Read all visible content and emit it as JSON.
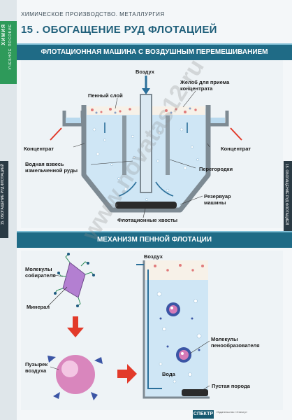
{
  "header": {
    "subject_label": "ХИМИЧЕСКОЕ ПРОИЗВОДСТВО. МЕТАЛЛУРГИЯ",
    "title": "15 . ОБОГАЩЕНИЕ РУД ФЛОТАЦИЕЙ"
  },
  "side": {
    "subject": "ХИМИЯ",
    "subtitle": "УЧЕБНОЕ ПОСОБИЕ",
    "tab_left": "15. ОБОГАЩЕНИЕ РУД ФЛОТАЦИЕЙ",
    "tab_right": "15. ОБОГАЩЕНИЕ РУД ФЛОТАЦИЕЙ"
  },
  "section1": {
    "heading": "ФЛОТАЦИОННАЯ МАШИНА С ВОЗДУШНЫМ ПЕРЕМЕШИВАНИЕМ",
    "labels": {
      "air": "Воздух",
      "foam": "Пенный слой",
      "trough": "Желоб для приема концентрата",
      "concentrate_left": "Концентрат",
      "concentrate_right": "Концентрат",
      "suspension": "Водная взвесь измельченной руды",
      "partitions": "Перегородки",
      "reservoir": "Резервуар машины",
      "tailings": "Флотационные хвосты"
    }
  },
  "section2": {
    "heading": "МЕХАНИЗМ ПЕННОЙ ФЛОТАЦИИ",
    "labels": {
      "collector": "Молекулы собирателя",
      "mineral": "Минерал",
      "bubble": "Пузырек воздуха",
      "air": "Воздух",
      "frother": "Молекулы пенообразователя",
      "water": "Вода",
      "waste": "Пустая порода"
    }
  },
  "watermark": "www.novatas12.ru",
  "footer": {
    "logo": "СПЕКТР",
    "info": "Издательство «Спектр»"
  },
  "colors": {
    "band": "#1f6b86",
    "water": "#cfe6f5",
    "tank_wall": "#7d8a93",
    "arrow_red": "#e23a2a",
    "bubble": "#ffffff",
    "mineral": "#b37fd1"
  }
}
